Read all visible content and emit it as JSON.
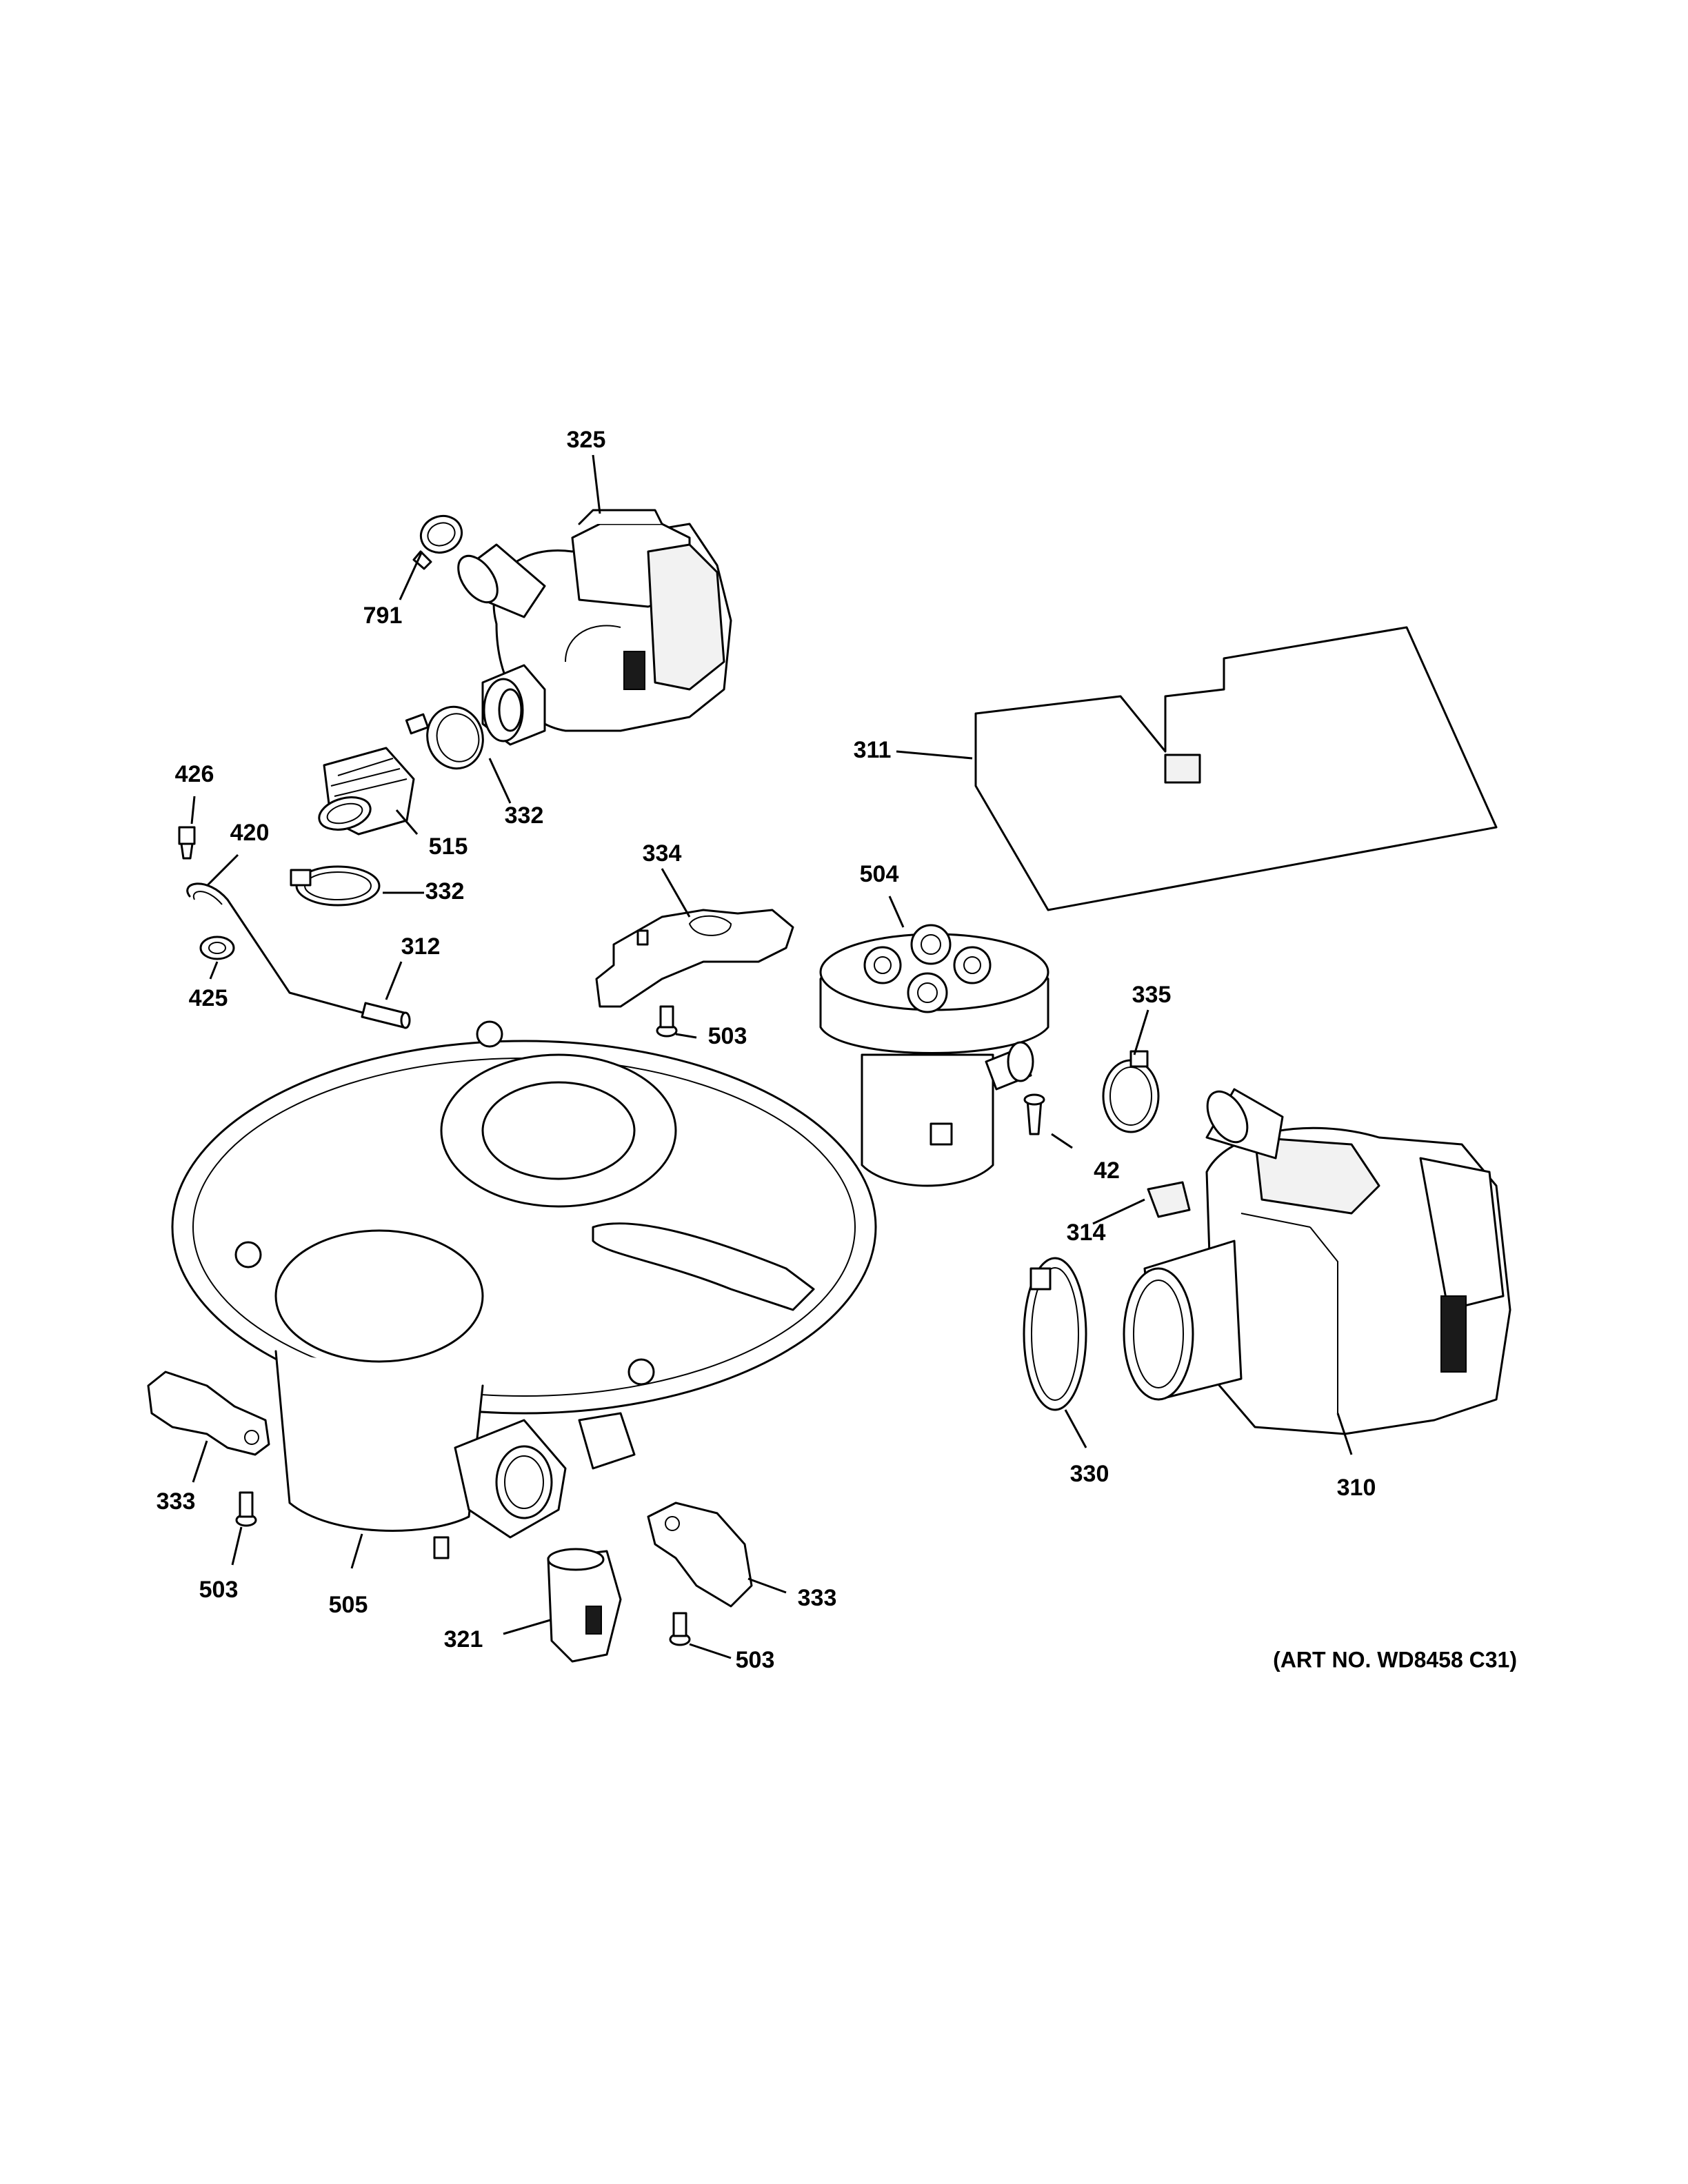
{
  "callouts": {
    "c325": "325",
    "c791": "791",
    "c332a": "332",
    "c515": "515",
    "c332b": "332",
    "c426": "426",
    "c420": "420",
    "c425": "425",
    "c312": "312",
    "c311": "311",
    "c334": "334",
    "c504": "504",
    "c503a": "503",
    "c335": "335",
    "c42": "42",
    "c314": "314",
    "c330": "330",
    "c310": "310",
    "c333a": "333",
    "c503b": "503",
    "c505": "505",
    "c321": "321",
    "c333b": "333",
    "c503c": "503"
  },
  "art_number": "(ART NO. WD8458 C31)"
}
